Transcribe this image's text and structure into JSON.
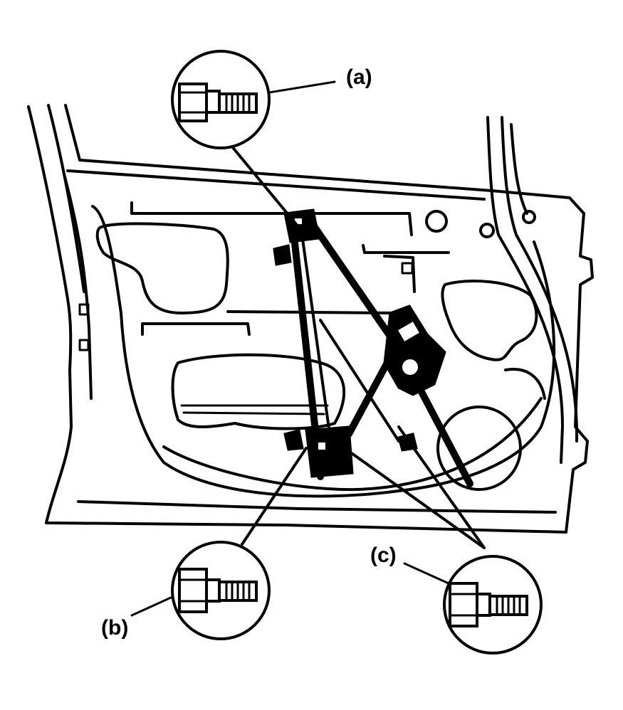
{
  "callouts": {
    "a": {
      "label": "(a)"
    },
    "b": {
      "label": "(b)"
    },
    "c": {
      "label": "(c)"
    }
  }
}
